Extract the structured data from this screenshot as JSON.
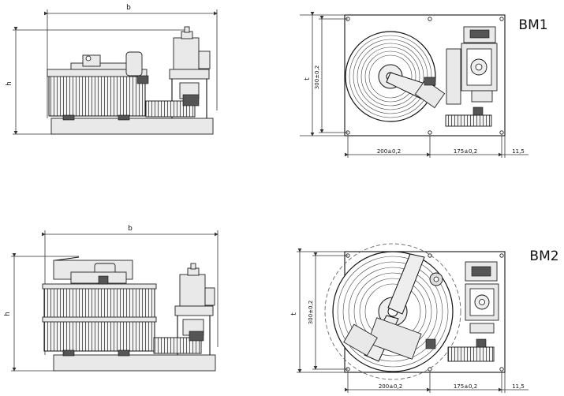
{
  "models": [
    {
      "name": "BM1",
      "side_width_label": "b",
      "side_height_label": "h",
      "top_height_label": "t",
      "top_height_dim": "300±0,2",
      "top_dims": [
        "200±0,2",
        "175±0,2",
        "11,5"
      ]
    },
    {
      "name": "BM2",
      "side_width_label": "b",
      "side_height_label": "h",
      "top_height_label": "t",
      "top_height_dim": "300±0,2",
      "top_dims": [
        "200±0,2",
        "175±0,2",
        "11,5"
      ]
    }
  ]
}
